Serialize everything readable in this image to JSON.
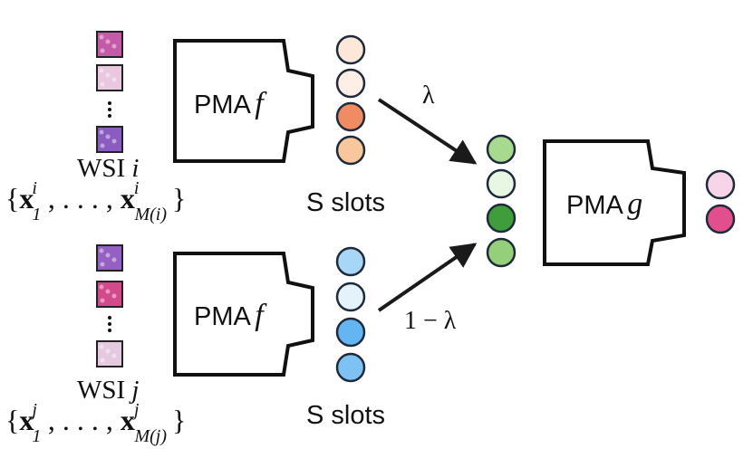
{
  "branches": [
    {
      "wsi_label": "WSI i",
      "wsi_var": "i",
      "pma_label": "PMA",
      "pma_var": "f",
      "slots_label": "S slots",
      "coefficient": "λ",
      "thumb_colors": [
        "#c45aa8",
        "#e8c7df",
        "#8a5cc0"
      ],
      "slot_colors": [
        "#fce7d9",
        "#fdeee6",
        "#ef8c63",
        "#f8c79c"
      ]
    },
    {
      "wsi_label": "WSI j",
      "wsi_var": "j",
      "pma_label": "PMA",
      "pma_var": "f",
      "slots_label": "S slots",
      "coefficient": "1 − λ",
      "thumb_colors": [
        "#9560c4",
        "#d24a8c",
        "#e4c9e0"
      ],
      "slot_colors": [
        "#a8d6f7",
        "#e4f3fb",
        "#64b6f2",
        "#7ec2f3"
      ]
    }
  ],
  "mixed_slot_colors": [
    "#a7d98e",
    "#e8f6e4",
    "#3f9d3c",
    "#96cf7a"
  ],
  "pma_g": {
    "label": "PMA",
    "var": "g"
  },
  "output_colors": [
    "#f8d4e8",
    "#e34f8e"
  ],
  "colors": {
    "stroke": "#1f2b3a",
    "box": "#111111",
    "arrow": "#1a1a1a"
  }
}
